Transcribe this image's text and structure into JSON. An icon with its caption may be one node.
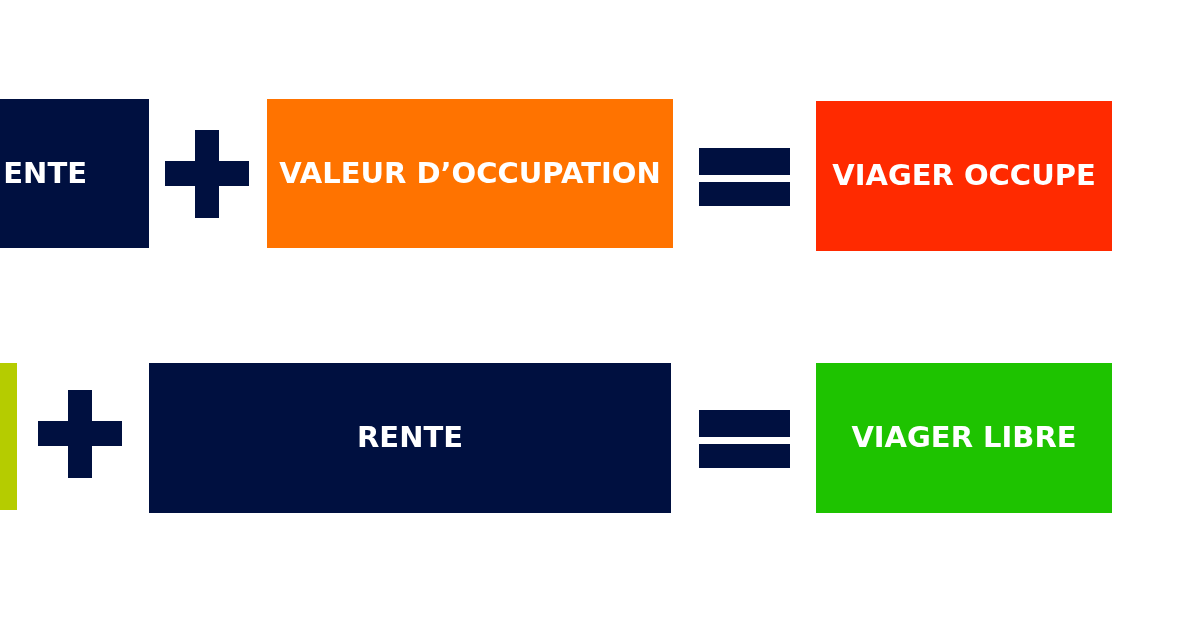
{
  "diagram": {
    "nodes": [
      {
        "text": [
          "ENTE"
        ]
      },
      {
        "text": [
          "VALEUR D’OCCUPATION"
        ]
      },
      {
        "text": [
          "VIAGER OCCUPE"
        ]
      },
      {
        "text": [],
        "shape": "bar"
      },
      {
        "text": [
          "RENTE"
        ]
      },
      {
        "text": [
          "VIAGER LIBRE"
        ]
      }
    ]
  }
}
